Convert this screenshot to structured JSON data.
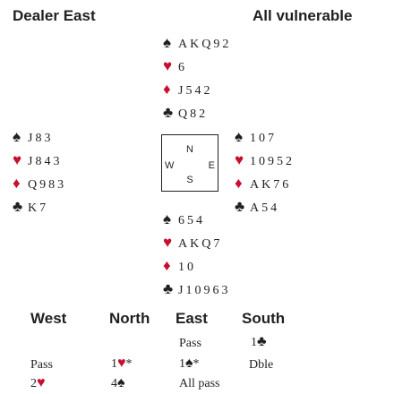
{
  "header": {
    "dealer": "Dealer East",
    "vulnerability": "All vulnerable"
  },
  "compass": {
    "north": "N",
    "south": "S",
    "west": "W",
    "east": "E"
  },
  "hands": {
    "north": {
      "spades": "AKQ92",
      "hearts": "6",
      "diamonds": "J542",
      "clubs": "Q82"
    },
    "west": {
      "spades": "J83",
      "hearts": "J843",
      "diamonds": "Q983",
      "clubs": "K7"
    },
    "east": {
      "spades": "107",
      "hearts": "10952",
      "diamonds": "AK76",
      "clubs": "A54"
    },
    "south": {
      "spades": "654",
      "hearts": "AKQ7",
      "diamonds": "10",
      "clubs": "J10963"
    }
  },
  "suit_symbols": {
    "spades": "♠",
    "hearts": "♥",
    "diamonds": "♦",
    "clubs": "♣"
  },
  "colors": {
    "black_suit": "#231f20",
    "red_suit": "#c8102e"
  },
  "bidding": {
    "headers": [
      "West",
      "North",
      "East",
      "South"
    ],
    "rows": [
      {
        "west": "",
        "north": "",
        "east": "Pass",
        "south": "1"
      },
      {
        "west": "Pass",
        "north": "1",
        "east": "1",
        "south": "Dble"
      },
      {
        "west": "2",
        "north": "4",
        "east": "All pass",
        "south": ""
      }
    ],
    "suits": {
      "south1": "♣",
      "north1": "♥",
      "east1": "♠",
      "west2": "♥",
      "north2": "♠"
    },
    "alerts": {
      "north1": "*",
      "east1": "*"
    }
  }
}
